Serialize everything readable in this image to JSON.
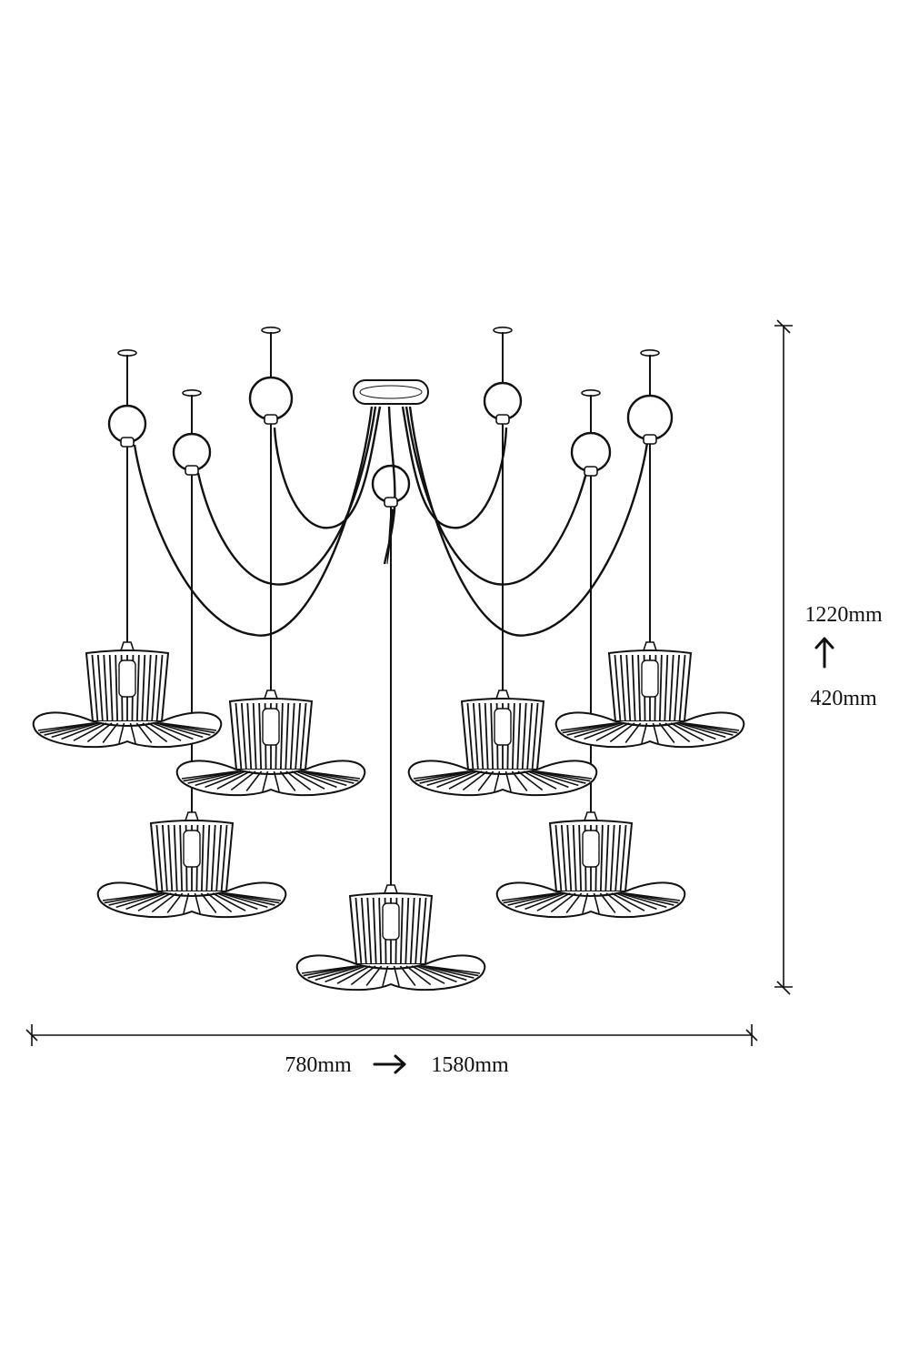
{
  "diagram": {
    "line_color": "#111111",
    "background": "#ffffff",
    "lamp_count": 7,
    "dimensions": {
      "height_max": "1220mm",
      "height_min": "420mm",
      "width_min": "780mm",
      "width_max": "1580mm",
      "height_direction": "up-arrow",
      "width_direction": "right-arrow"
    }
  }
}
